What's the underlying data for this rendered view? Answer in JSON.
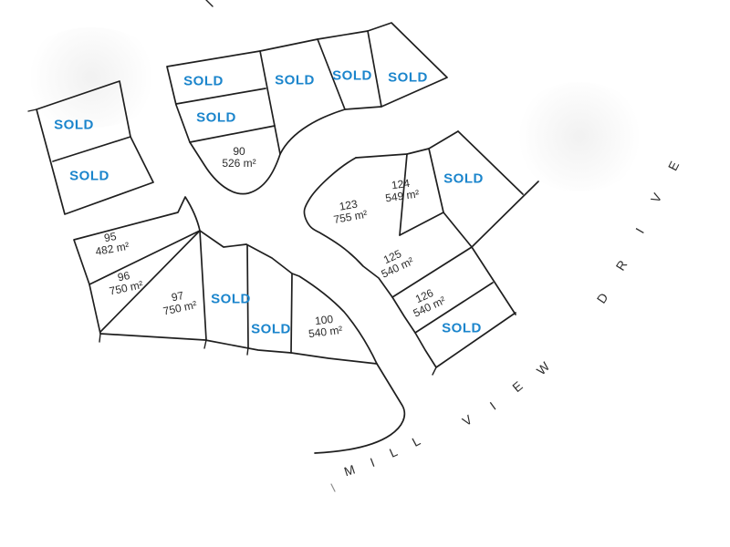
{
  "colors": {
    "sold_blue": "#1b85cc",
    "line_black": "#1f1f1f"
  },
  "street": {
    "name": "MILLVIEW DRIVE",
    "millview_letters": [
      "M",
      "I",
      "L",
      "L",
      "V",
      "I",
      "E",
      "W"
    ],
    "drive_letters": [
      "D",
      "R",
      "I",
      "V",
      "E"
    ]
  },
  "lots": {
    "tl_sold_1": {
      "label": "SOLD"
    },
    "tl_sold_2": {
      "label": "SOLD"
    },
    "mid_sold_1": {
      "label": "SOLD"
    },
    "mid_sold_2": {
      "label": "SOLD"
    },
    "mid_sold_3": {
      "label": "SOLD"
    },
    "mid_sold_4": {
      "label": "SOLD"
    },
    "mid_sold_5": {
      "label": "SOLD"
    },
    "lot90": {
      "number": "90",
      "area": "526 m²"
    },
    "lot123": {
      "number": "123",
      "area": "755 m²"
    },
    "lot124": {
      "number": "124",
      "area": "549 m²"
    },
    "right_sold_top": {
      "label": "SOLD"
    },
    "lot125": {
      "number": "125",
      "area": "540 m²"
    },
    "lot126": {
      "number": "126",
      "area": "540 m²"
    },
    "right_sold_bottom": {
      "label": "SOLD"
    },
    "lot95": {
      "number": "95",
      "area": "482 m²"
    },
    "lot96": {
      "number": "96",
      "area": "750 m²"
    },
    "lot97": {
      "number": "97",
      "area": "750 m²"
    },
    "strip_sold_a": {
      "label": "SOLD"
    },
    "strip_sold_b": {
      "label": "SOLD"
    },
    "lot100": {
      "number": "100",
      "area": "540 m²"
    }
  }
}
